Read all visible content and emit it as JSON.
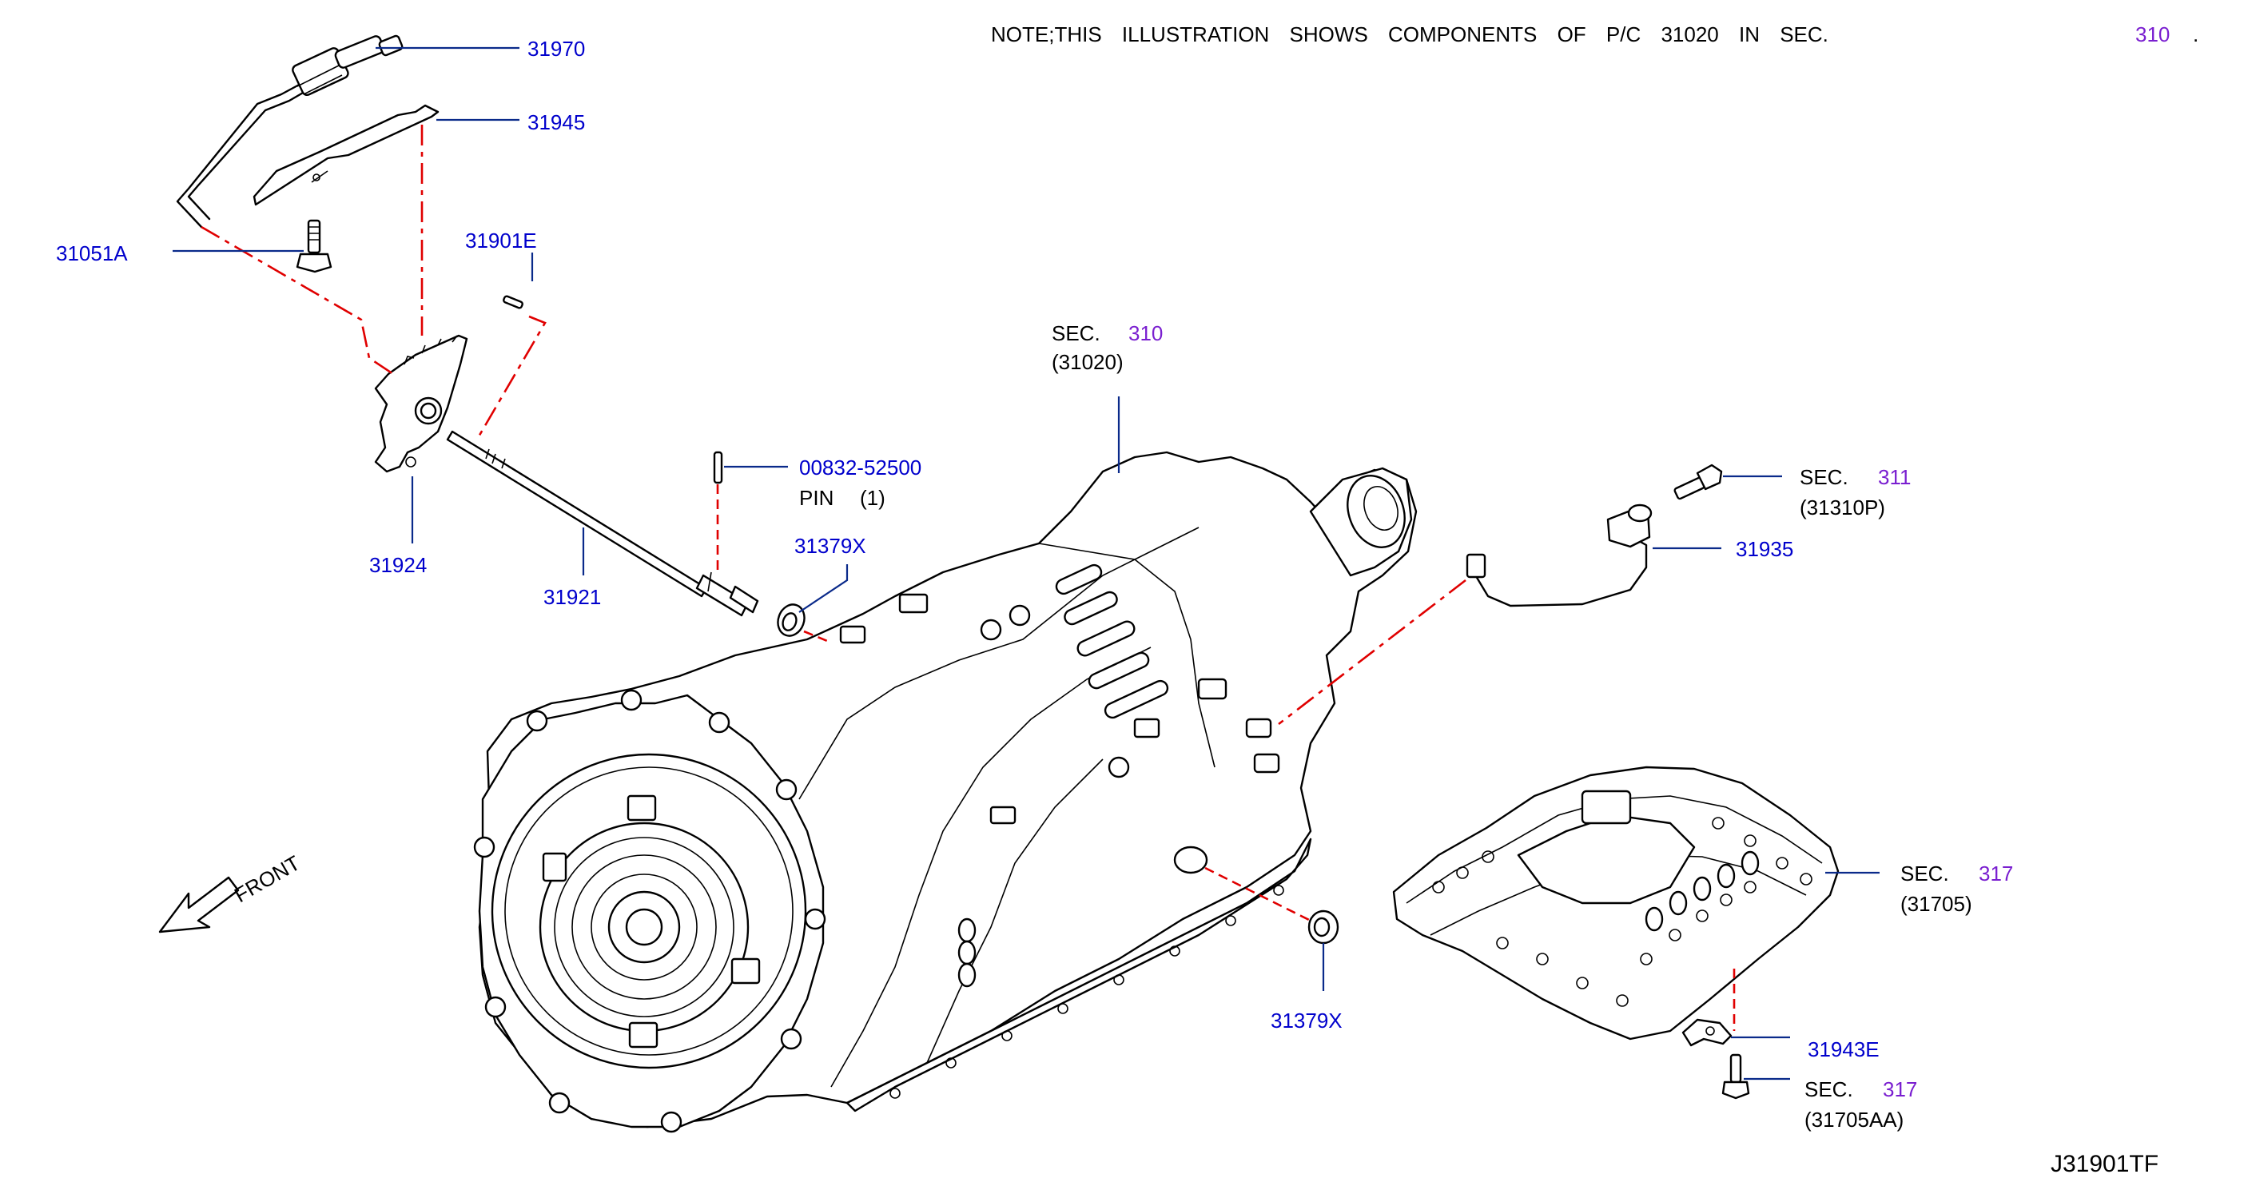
{
  "note": {
    "text": "NOTE;THIS ILLUSTRATION SHOWS COMPONENTS OF P/C 31020 IN SEC.",
    "sec_ref": "310",
    "period": "."
  },
  "parts": {
    "p31970": "31970",
    "p31945": "31945",
    "p31051A": "31051A",
    "p31901E": "31901E",
    "p31924": "31924",
    "p31921": "31921",
    "p00832": "00832-52500",
    "pin_label": "PIN",
    "pin_qty": "(1)",
    "p31379X_top": "31379X",
    "p31379X_bottom": "31379X",
    "p31935": "31935",
    "p31943E": "31943E"
  },
  "section_refs": {
    "main": {
      "sec": "SEC.",
      "num": "310",
      "sub": "(31020)"
    },
    "bolt": {
      "sec": "SEC.",
      "num": "311",
      "sub": "(31310P)"
    },
    "valve": {
      "sec": "SEC.",
      "num": "317",
      "sub": "(31705)"
    },
    "valve_bolt": {
      "sec": "SEC.",
      "num": "317",
      "sub": "(31705AA)"
    }
  },
  "front_label": "FRONT",
  "diagram_code": "J31901TF",
  "colors": {
    "part_number": "#0000cc",
    "section_number": "#7a1fd0",
    "leader": "#0a2a8a",
    "phantom_line": "#e00000",
    "outline": "#000000"
  }
}
